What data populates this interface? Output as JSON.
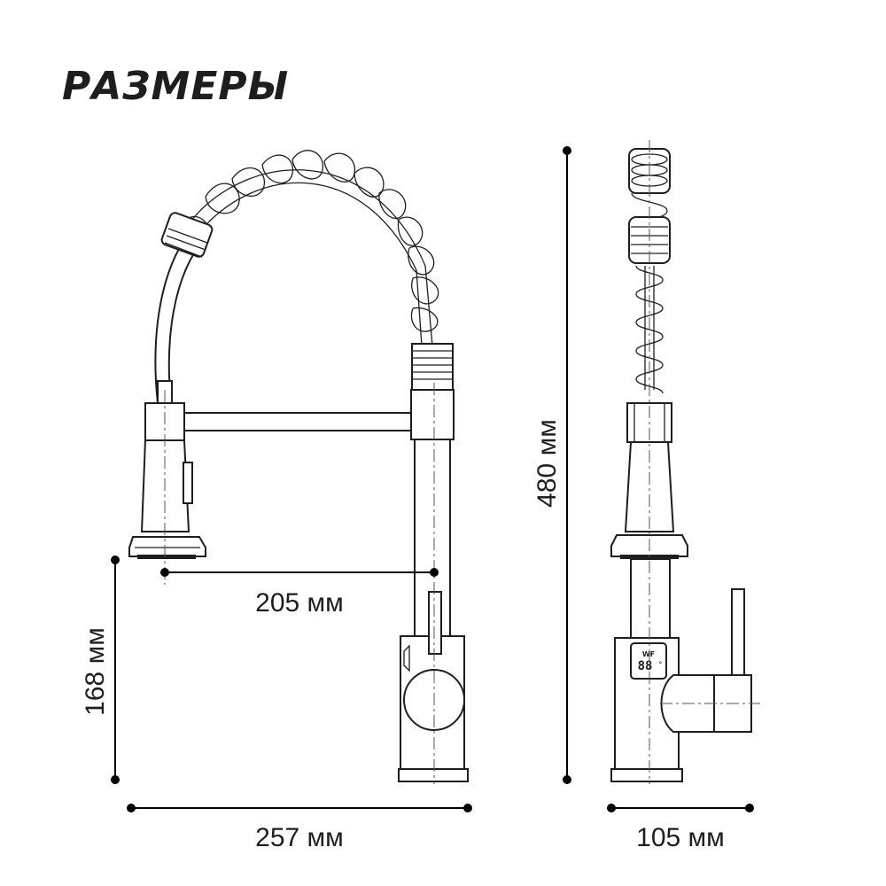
{
  "title": "РАЗМЕРЫ",
  "dimensions": {
    "reach": "205 мм",
    "spout_height": "168 мм",
    "total_height": "480 мм",
    "total_width": "257 мм",
    "depth": "105 мм"
  },
  "display": {
    "logo": "WF",
    "temperature": "88",
    "unit": "°"
  }
}
